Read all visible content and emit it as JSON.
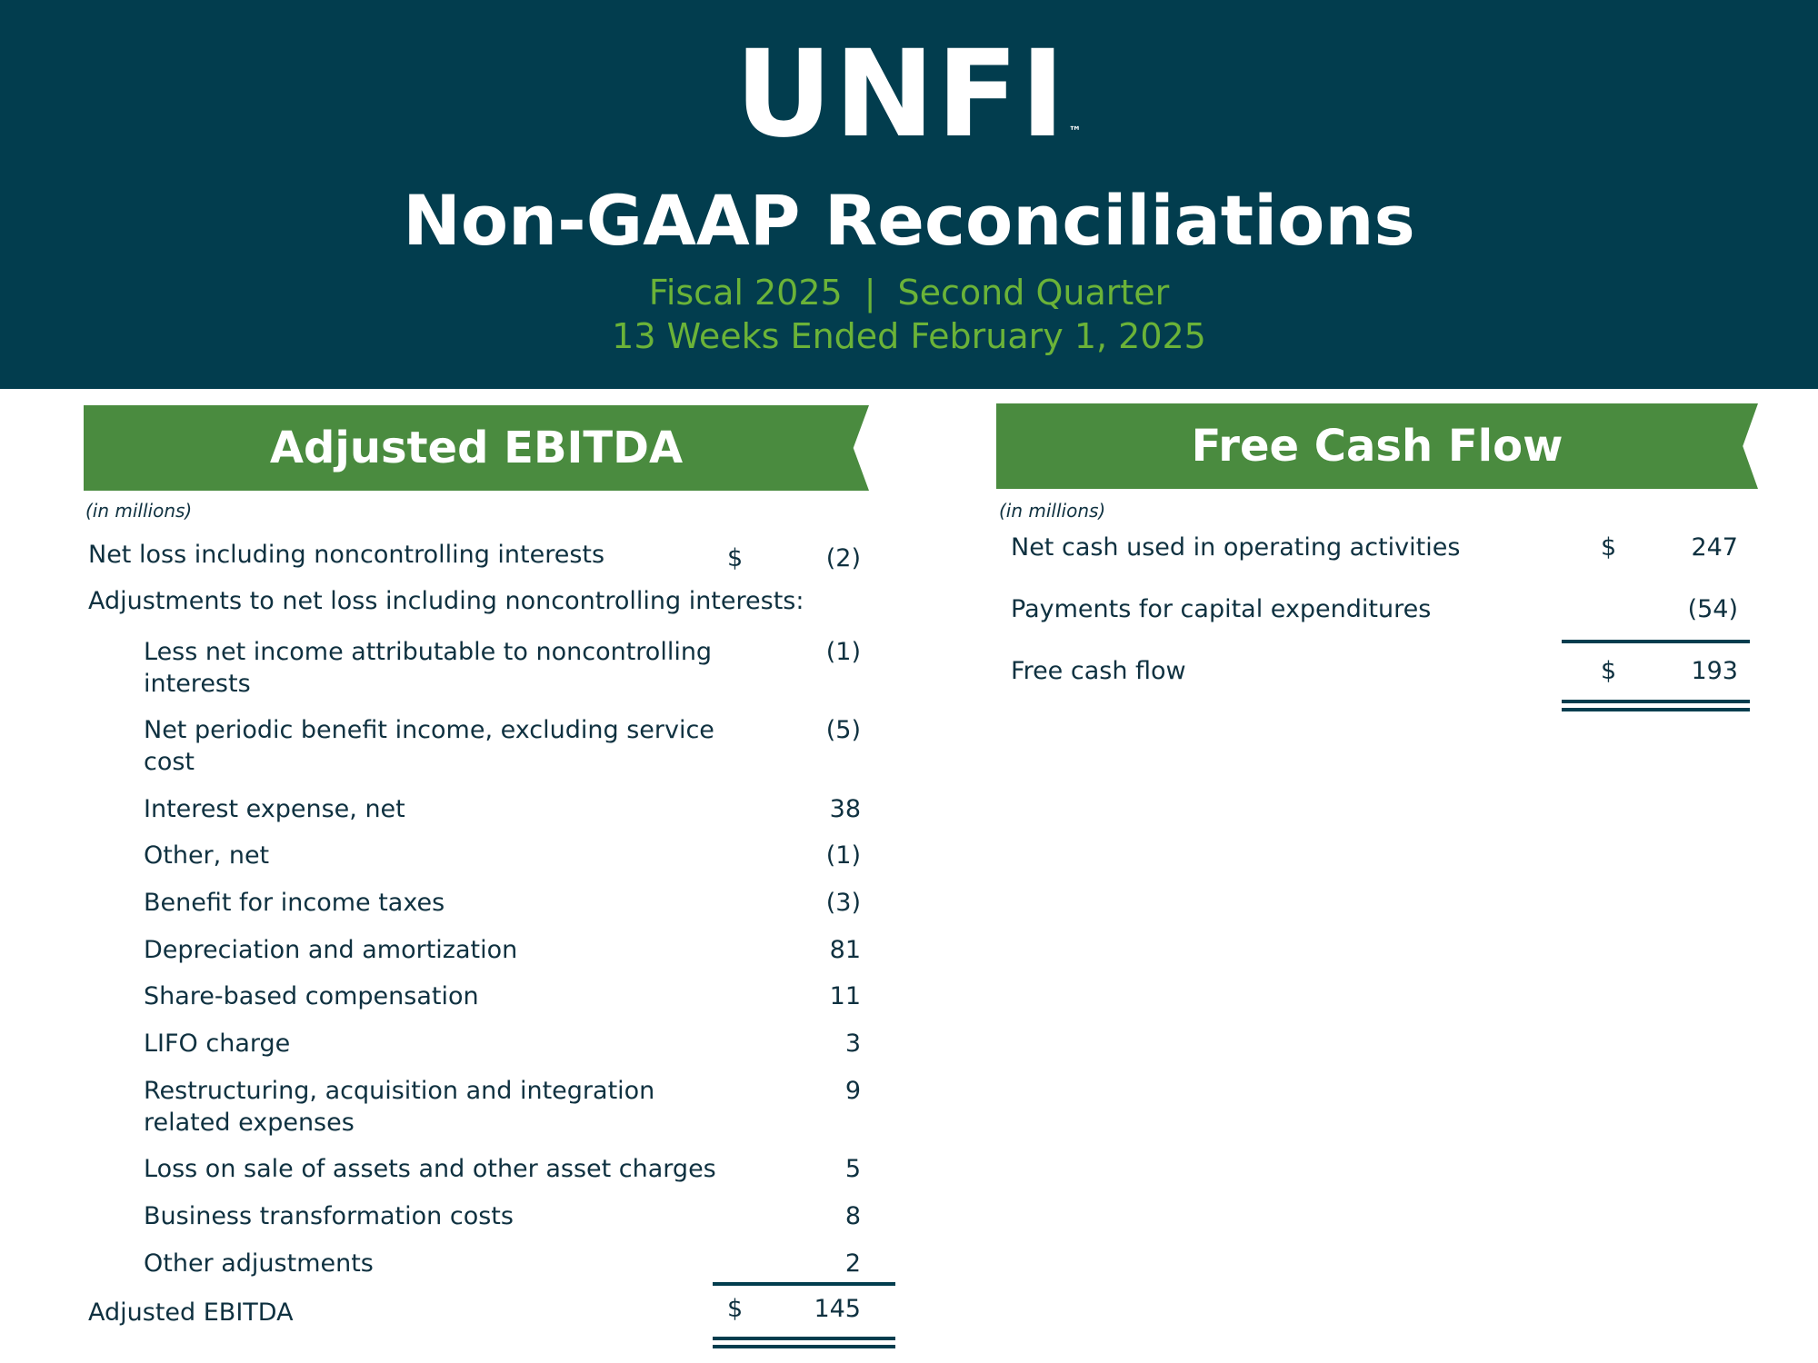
{
  "header": {
    "logo": {
      "part1": "U",
      "part2": "NFI",
      "tm": "™"
    },
    "title": "Non-GAAP Reconciliations",
    "fiscal": "Fiscal 2025",
    "separator": "|",
    "quarter": "Second Quarter",
    "period": "13 Weeks Ended February 1, 2025"
  },
  "ebitda": {
    "banner": "Adjusted EBITDA",
    "unit_note": "(in millions)",
    "net_loss": {
      "label": "Net loss including noncontrolling interests",
      "currency": "$",
      "value": "(2)"
    },
    "adjustments_heading": "Adjustments to net loss including noncontrolling interests:",
    "items": [
      {
        "label1": "Less net income attributable to noncontrolling",
        "label2": "interests",
        "value": "(1)"
      },
      {
        "label1": "Net periodic benefit income, excluding service",
        "label2": "cost",
        "value": "(5)"
      },
      {
        "label1": "Interest expense, net",
        "value": "38"
      },
      {
        "label1": "Other, net",
        "value": "(1)"
      },
      {
        "label1": "Benefit for income taxes",
        "value": "(3)"
      },
      {
        "label1": "Depreciation and amortization",
        "value": "81"
      },
      {
        "label1": "Share-based compensation",
        "value": "11"
      },
      {
        "label1": "LIFO charge",
        "value": "3"
      },
      {
        "label1": "Restructuring, acquisition and integration",
        "label2": "related expenses",
        "value": "9"
      },
      {
        "label1": "Loss on sale of assets and other asset charges",
        "value": "5"
      },
      {
        "label1": "Business transformation costs",
        "value": "8"
      },
      {
        "label1": "Other adjustments",
        "value": "2"
      }
    ],
    "total": {
      "label": "Adjusted EBITDA",
      "currency": "$",
      "value": "145"
    }
  },
  "fcf": {
    "banner": "Free Cash Flow",
    "unit_note": "(in millions)",
    "rows": [
      {
        "label": "Net cash used in operating activities",
        "currency": "$",
        "value": "247"
      },
      {
        "label": "Payments for capital expenditures",
        "currency": "",
        "value": "(54)"
      },
      {
        "label": "Free cash flow",
        "currency": "$",
        "value": "193"
      }
    ]
  },
  "colors": {
    "navy": "#023d4e",
    "green_banner": "#4a8b3f",
    "green_text": "#6bb338"
  }
}
